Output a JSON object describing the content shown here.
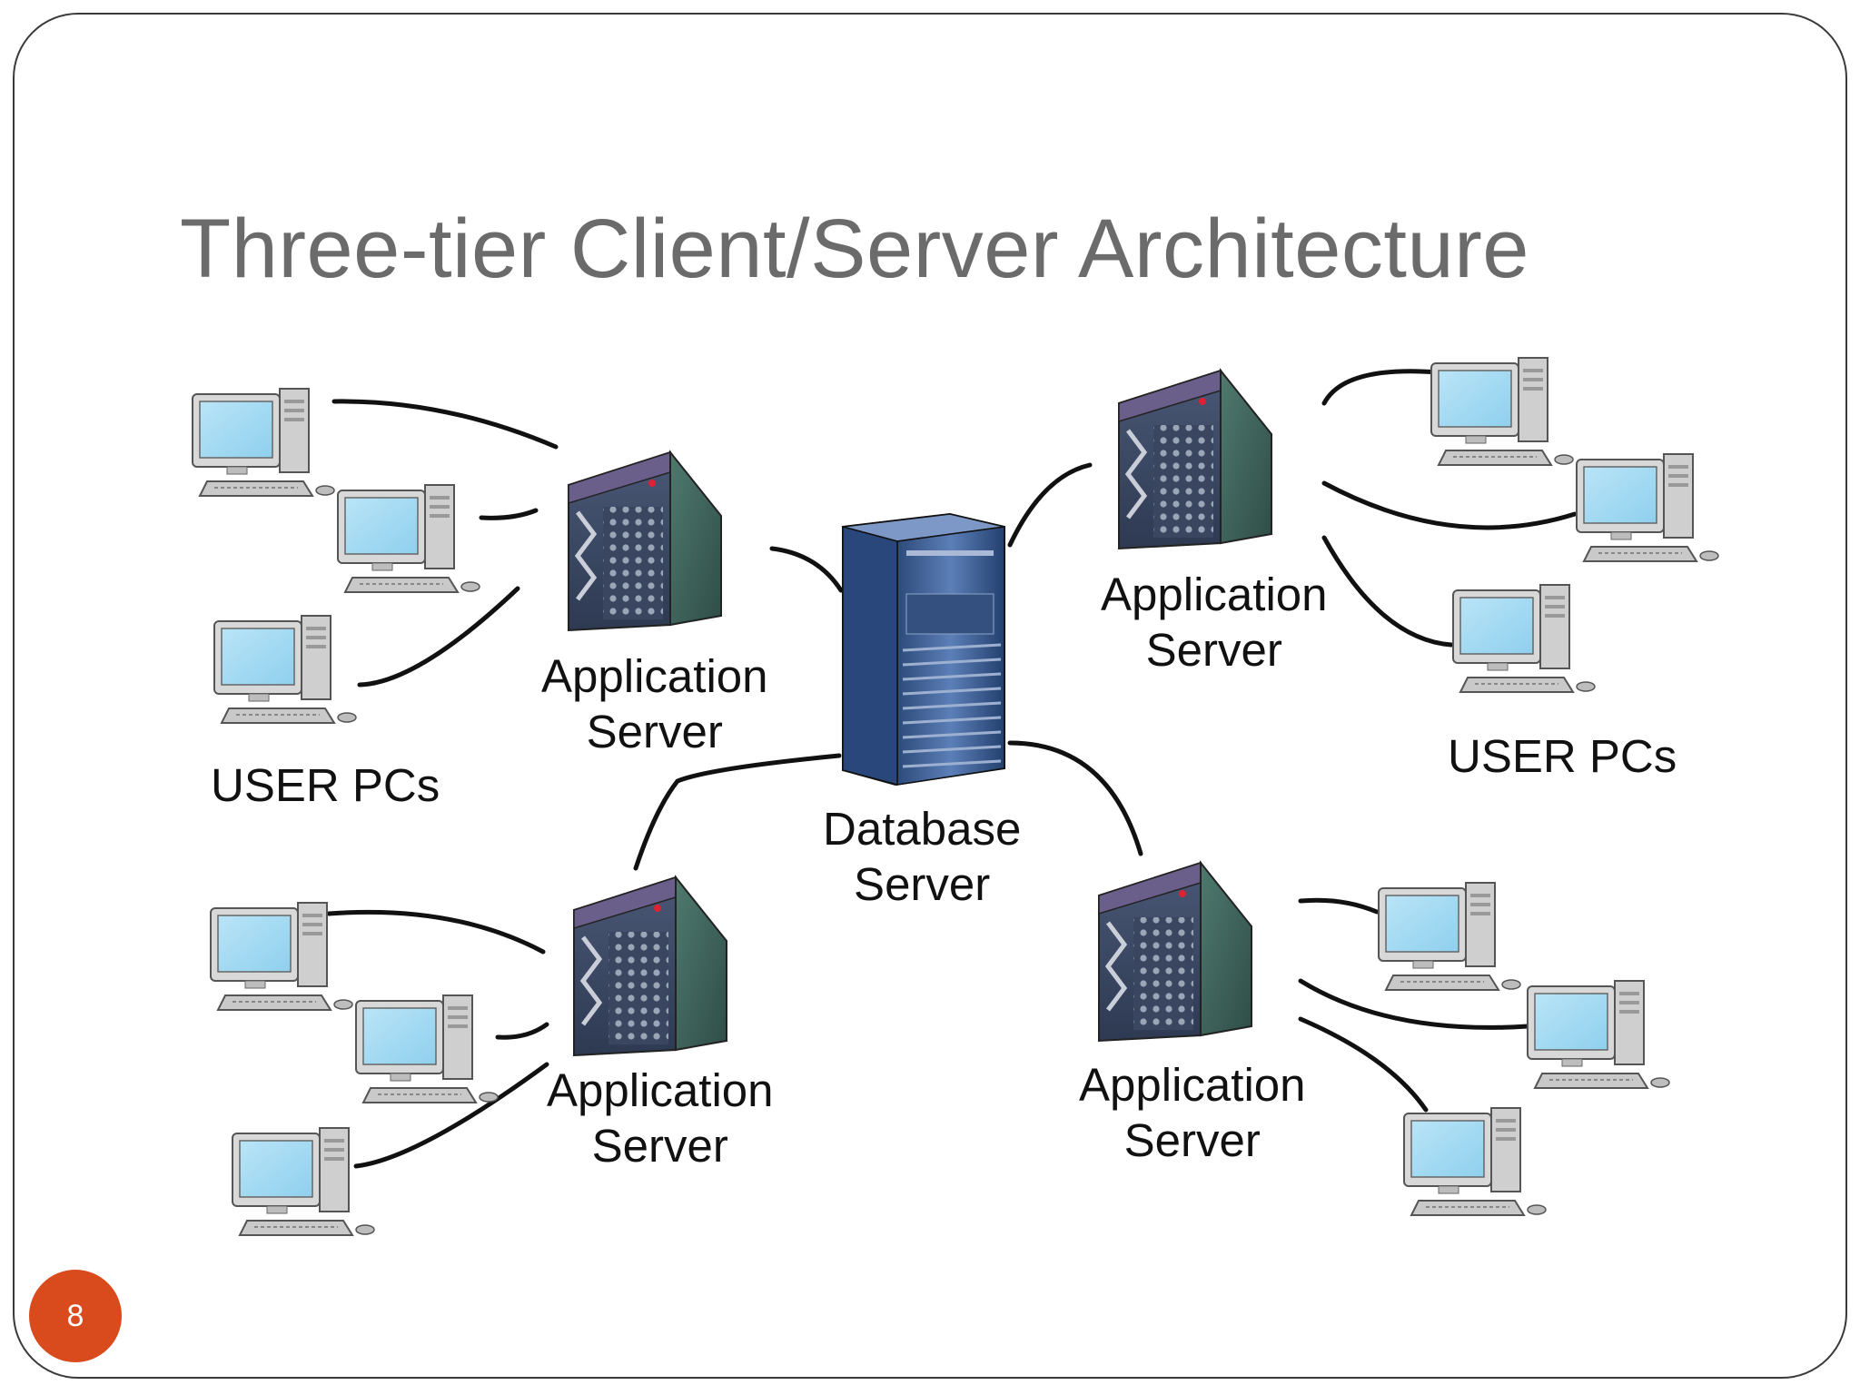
{
  "slide": {
    "title": "Three-tier Client/Server Architecture",
    "page_number": "8",
    "badge_color": "#d94a1c",
    "title_color": "#6b6b6b"
  },
  "diagram": {
    "database_server": {
      "line1": "Database",
      "line2": "Server"
    },
    "app_servers": [
      {
        "line1": "Application",
        "line2": "Server"
      },
      {
        "line1": "Application",
        "line2": "Server"
      },
      {
        "line1": "Application",
        "line2": "Server"
      },
      {
        "line1": "Application",
        "line2": "Server"
      }
    ],
    "user_pcs_labels": [
      "USER PCs",
      "USER PCs"
    ]
  }
}
